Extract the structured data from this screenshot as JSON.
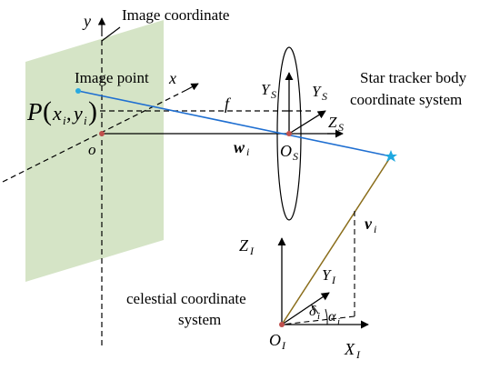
{
  "labels": {
    "image_coordinate": "Image coordinate",
    "image_point": "Image point",
    "star_tracker_line1": "Star tracker body",
    "star_tracker_line2": "coordinate system",
    "celestial_line1": "celestial coordinate",
    "celestial_line2": "system"
  },
  "symbols": {
    "y": "y",
    "x": "x",
    "P_base": "P",
    "P_open": "(",
    "P_x": "x",
    "P_i1": "i",
    "P_comma": ",",
    "P_y": "y",
    "P_i2": "i",
    "P_close": ")",
    "f": "f",
    "o": "o",
    "w_base": "w",
    "w_sub": "i",
    "O_S_base": "O",
    "O_S_sub": "S",
    "Y_S_left_base": "Y",
    "Y_S_left_sub": "S",
    "Y_S_right_base": "Y",
    "Y_S_right_sub": "S",
    "Z_S_base": "Z",
    "Z_S_sub": "S",
    "v_base": "v",
    "v_sub": "i",
    "Z_I_base": "Z",
    "Z_I_sub": "I",
    "Y_I_base": "Y",
    "Y_I_sub": "I",
    "delta_base": "δ",
    "delta_sub": "i",
    "alpha_base": "α",
    "alpha_sub": "i",
    "O_I_base": "O",
    "O_I_sub": "I",
    "X_I_base": "X",
    "X_I_sub": "I"
  },
  "colors": {
    "image_plane": "#d5e4c6",
    "ray": "#1f6fd1",
    "star_vector": "#8a6d1a",
    "star": "#1fa8e0",
    "origin_point": "#c0504d",
    "image_point": "#29a9e1"
  }
}
